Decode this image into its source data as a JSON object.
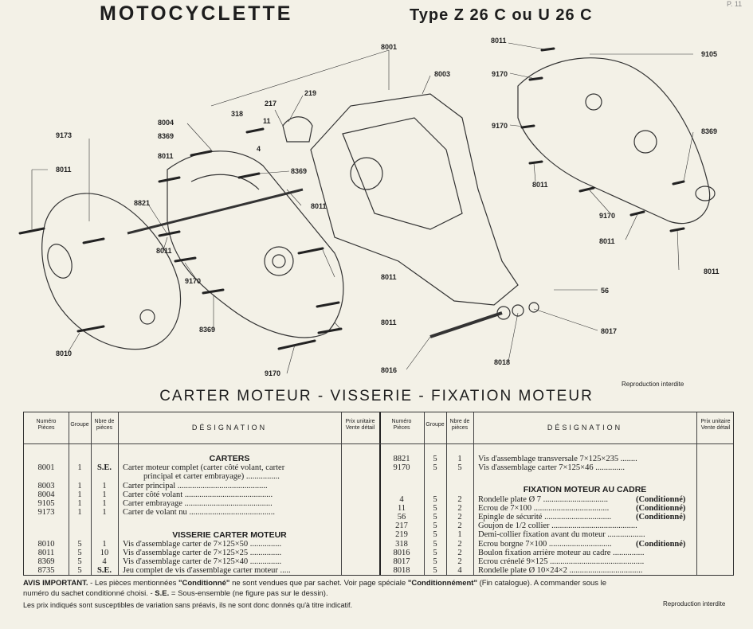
{
  "header": {
    "title": "MOTOCYCLETTE",
    "subtitle": "Type Z 26 C ou U 26 C",
    "corner": "P. 11"
  },
  "diagram": {
    "callouts": [
      "8001",
      "8003",
      "8011",
      "9105",
      "9170",
      "9170",
      "8369",
      "8011",
      "9170",
      "8011",
      "8011",
      "56",
      "8017",
      "8018",
      "8016",
      "219",
      "217",
      "318",
      "11",
      "4",
      "8004",
      "8369",
      "8011",
      "8369",
      "9173",
      "8011",
      "8821",
      "8011",
      "9170",
      "8011",
      "8011",
      "8369",
      "8011",
      "8010",
      "9170"
    ]
  },
  "reproduction_notice": "Reproduction interdite",
  "section_title": "CARTER MOTEUR - VISSERIE - FIXATION MOTEUR",
  "table": {
    "headers": {
      "numero": [
        "Numéro",
        "Pièces"
      ],
      "groupe": "Groupe",
      "nbre": [
        "Nbre de",
        "pièces"
      ],
      "designation": "DÉSIGNATION",
      "prix": [
        "Prix unitaire",
        "Vente détail"
      ]
    },
    "left": {
      "sections": [
        "CARTERS",
        "VISSERIE CARTER MOTEUR"
      ],
      "rows": [
        {
          "num": "8001",
          "grp": "1",
          "nbre": "S.E.",
          "des": "Carter moteur complet (carter côté volant, carter"
        },
        {
          "num": "",
          "grp": "",
          "nbre": "",
          "des": "principal et carter embrayage) ................"
        },
        {
          "num": "8003",
          "grp": "1",
          "nbre": "1",
          "des": "Carter principal ..........................................."
        },
        {
          "num": "8004",
          "grp": "1",
          "nbre": "1",
          "des": "Carter côté volant .........................................."
        },
        {
          "num": "9105",
          "grp": "1",
          "nbre": "1",
          "des": "Carter embrayage .........................................."
        },
        {
          "num": "9173",
          "grp": "1",
          "nbre": "1",
          "des": "Carter de volant nu ........................................."
        },
        {
          "num": "8010",
          "grp": "5",
          "nbre": "1",
          "des": "Vis d'assemblage carter de 7×125×50 ..............."
        },
        {
          "num": "8011",
          "grp": "5",
          "nbre": "10",
          "des": "Vis d'assemblage carter de 7×125×25 ..............."
        },
        {
          "num": "8369",
          "grp": "5",
          "nbre": "4",
          "des": "Vis d'assemblage carter de 7×125×40 ..............."
        },
        {
          "num": "8735",
          "grp": "5",
          "nbre": "S.E.",
          "des": "Jeu complet de vis d'assemblage carter moteur ....."
        }
      ]
    },
    "right": {
      "sections": [
        "FIXATION MOTEUR AU CADRE"
      ],
      "rows": [
        {
          "num": "8821",
          "grp": "5",
          "nbre": "1",
          "des": "Vis d'assemblage transversale 7×125×235 ........",
          "tag": ""
        },
        {
          "num": "9170",
          "grp": "5",
          "nbre": "5",
          "des": "Vis d'assemblage carter 7×125×46 ..............",
          "tag": ""
        },
        {
          "num": "4",
          "grp": "5",
          "nbre": "2",
          "des": "Rondelle plate Ø 7 ...............................",
          "tag": "(Conditionné)"
        },
        {
          "num": "11",
          "grp": "5",
          "nbre": "2",
          "des": "Ecrou de 7×100 ....................................",
          "tag": "(Conditionné)"
        },
        {
          "num": "56",
          "grp": "5",
          "nbre": "2",
          "des": "Epingle de sécurité ................................",
          "tag": "(Conditionné)"
        },
        {
          "num": "217",
          "grp": "5",
          "nbre": "2",
          "des": "Goujon de 1/2 collier .........................................",
          "tag": ""
        },
        {
          "num": "219",
          "grp": "5",
          "nbre": "1",
          "des": "Demi-collier fixation avant du moteur ..................",
          "tag": ""
        },
        {
          "num": "318",
          "grp": "5",
          "nbre": "2",
          "des": "Ecrou borgne 7×100 ..............................",
          "tag": "(Conditionné)"
        },
        {
          "num": "8016",
          "grp": "5",
          "nbre": "2",
          "des": "Boulon fixation arrière moteur au cadre ...............",
          "tag": ""
        },
        {
          "num": "8017",
          "grp": "5",
          "nbre": "2",
          "des": "Ecrou crénelé 9×125 .............................................",
          "tag": ""
        },
        {
          "num": "8018",
          "grp": "5",
          "nbre": "4",
          "des": "Rondelle plate Ø 10×24×2 ...................................",
          "tag": ""
        }
      ]
    }
  },
  "notes": {
    "avis_label": "AVIS IMPORTANT.",
    "line1_a": " - Les pièces mentionnées ",
    "cond1": "\"Conditionné\"",
    "line1_b": " ne sont vendues que par sachet. Voir page spéciale ",
    "cond2": "\"Conditionnément\"",
    "line1_c": " (Fin catalogue). A commander sous le",
    "line2_a": "numéro du sachet conditionné choisi. - ",
    "se_label": "S.E.",
    "line2_b": " = Sous-ensemble (ne figure pas sur le dessin).",
    "line3": "Les prix indiqués sont susceptibles de variation sans préavis, ils ne sont donc donnés qu'à titre indicatif."
  }
}
